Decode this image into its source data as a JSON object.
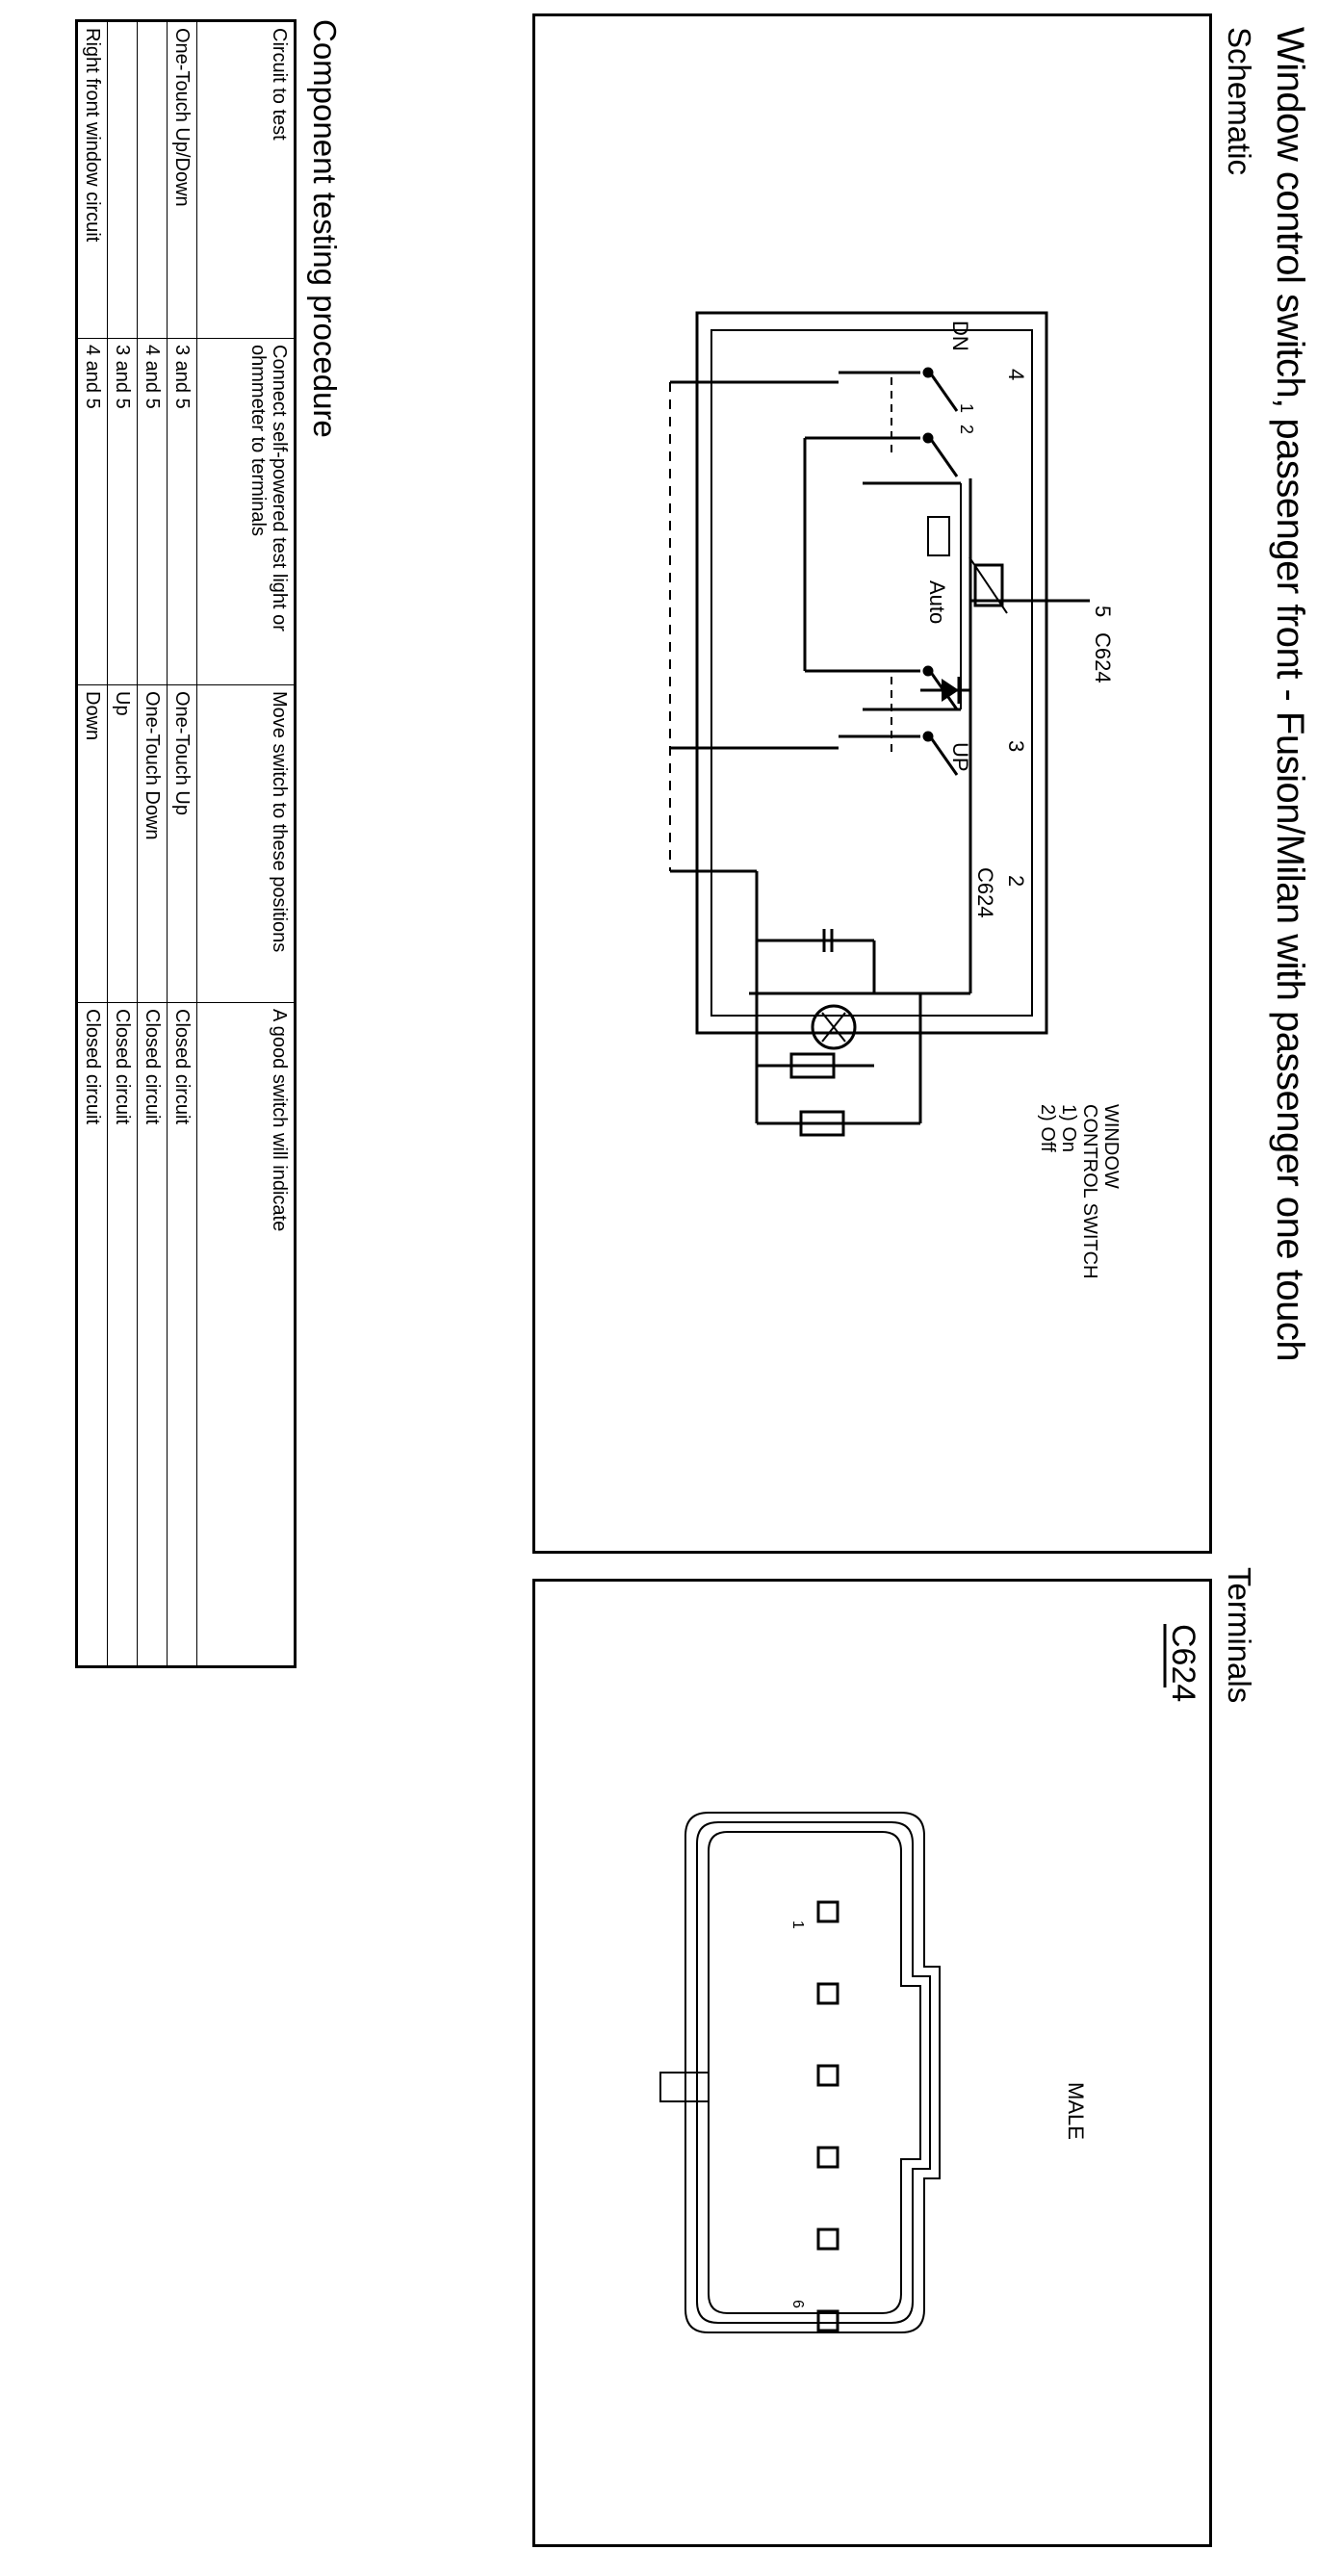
{
  "page_title": "Window control switch, passenger front - Fusion/Milan with passenger one touch",
  "schematic": {
    "heading": "Schematic",
    "connector_label_top": "C624",
    "connector_label_bottom": "C624",
    "pins": {
      "p5": "5",
      "p4": "4",
      "p3": "3",
      "p2": "2"
    },
    "switch_labels": {
      "dn": "DN",
      "up": "UP",
      "auto": "Auto"
    },
    "contact_numbers": {
      "one": "1",
      "two": "2"
    },
    "legend": [
      "WINDOW",
      "CONTROL SWITCH",
      "1) On",
      "2) Off"
    ]
  },
  "terminals": {
    "heading": "Terminals",
    "connector_id": "C624",
    "gender": "MALE",
    "pin_first": "1",
    "pin_last": "6"
  },
  "procedure": {
    "heading": "Component testing procedure",
    "columns": [
      "Circuit to test",
      "Connect self-powered test light or ohmmeter to terminals",
      "Move switch to these positions",
      "A good switch will indicate"
    ],
    "rows": [
      [
        "One-Touch Up/Down",
        "3 and 5",
        "One-Touch Up",
        "Closed circuit"
      ],
      [
        "",
        "4 and 5",
        "One-Touch Down",
        "Closed circuit"
      ],
      [
        "",
        "3 and 5",
        "Up",
        "Closed circuit"
      ],
      [
        "Right front window circuit",
        "4 and 5",
        "Down",
        "Closed circuit"
      ]
    ]
  }
}
